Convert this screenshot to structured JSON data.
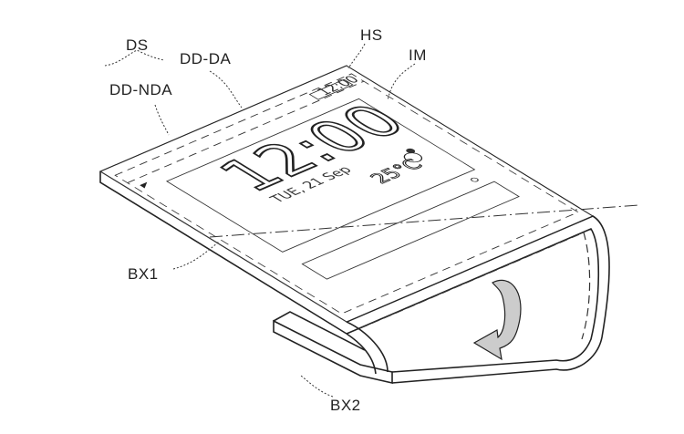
{
  "labels": {
    "ds": "DS",
    "dd_da": "DD-DA",
    "dd_nda": "DD-NDA",
    "hs": "HS",
    "im": "IM",
    "bx1": "BX1",
    "bx2": "BX2"
  },
  "screen": {
    "status_time": "12:00",
    "clock": "12:00",
    "date": "TUE, 21 Sep",
    "temperature": "25°C",
    "weather_icon": "sun-cloud-icon"
  }
}
